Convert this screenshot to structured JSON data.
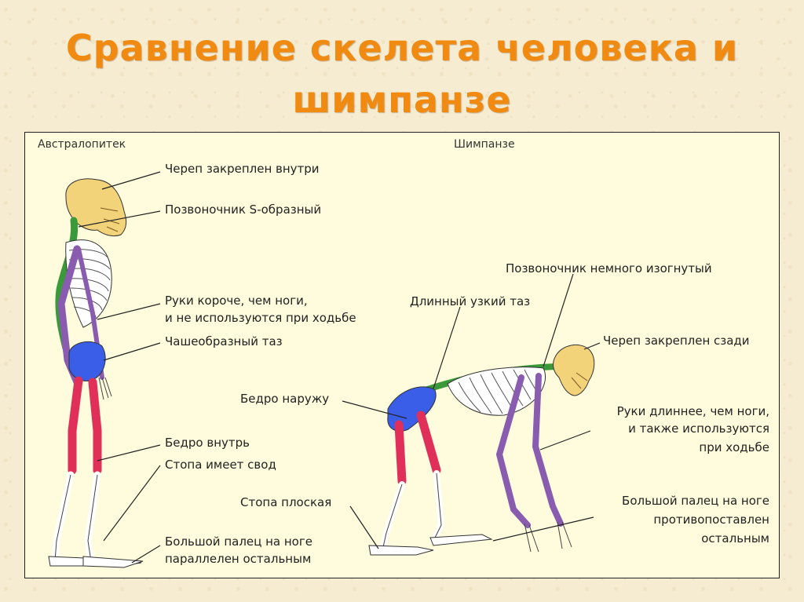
{
  "title": {
    "line1": "Сравнение скелета человека и",
    "line2": "шимпанзе"
  },
  "headers": {
    "left": "Австралопитек",
    "right": "Шимпанзе"
  },
  "labels": {
    "skull_inside": "Череп закреплен внутри",
    "spine_s": "Позвоночник S-образный",
    "arms_shorter_1": "Руки короче, чем ноги,",
    "arms_shorter_2": "и не используются при ходьбе",
    "bowl_pelvis": "Чашеобразный таз",
    "femur_in": "Бедро внутрь",
    "foot_arch": "Стопа имеет свод",
    "toe_parallel_1": "Большой палец на ноге",
    "toe_parallel_2": "параллелен остальным",
    "spine_curved": "Позвоночник немного изогнутый",
    "long_pelvis": "Длинный узкий таз",
    "skull_back": "Череп закреплен сзади",
    "femur_out": "Бедро наружу",
    "arms_longer_1": "Руки длиннее, чем ноги,",
    "arms_longer_2": "и также используются",
    "arms_longer_3": "при ходьбе",
    "foot_flat": "Стопа плоская",
    "toe_opposed_1": "Большой палец на ноге",
    "toe_opposed_2": "противопоставлен",
    "toe_opposed_3": "остальным"
  },
  "colors": {
    "title": "#f08a10",
    "skull": "#f2d37a",
    "spine": "#3a9a3a",
    "arms": "#8a5cb0",
    "pelvis": "#3a5ee8",
    "legs": "#e0305a",
    "bones": "#ffffff",
    "panel_bg": "#fefcdc"
  }
}
